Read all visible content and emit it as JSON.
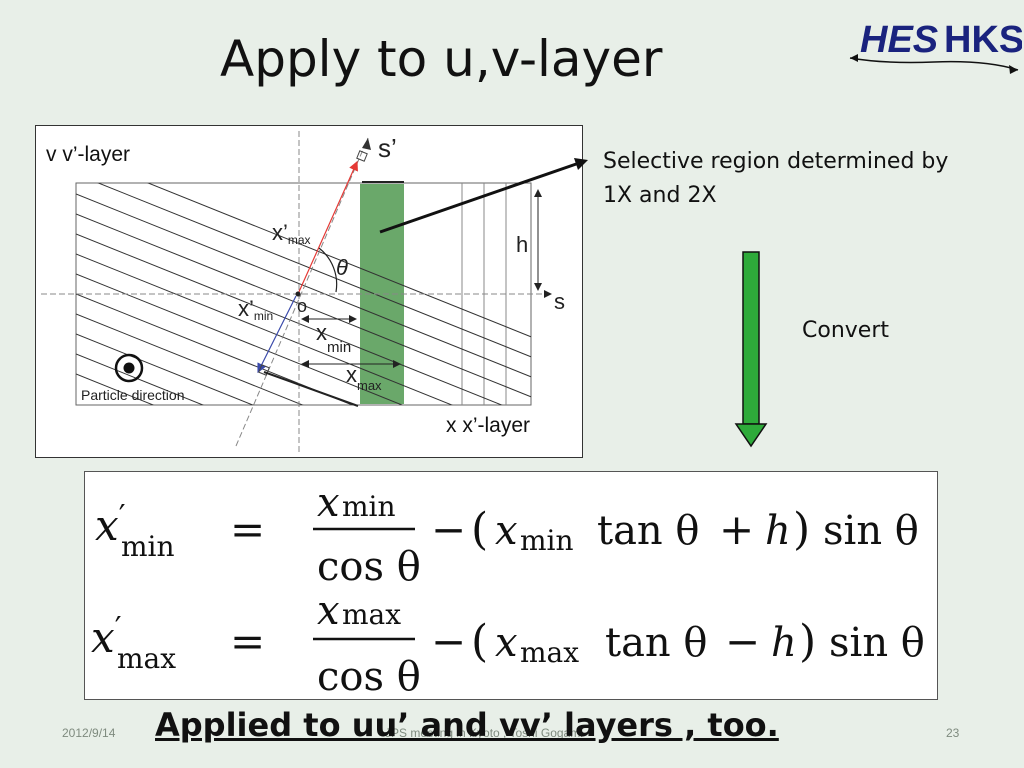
{
  "slide": {
    "title": "Apply to u,v-layer",
    "subtitle": "Applied to uu’ and vv’ layers , too.",
    "logo": {
      "part1": "HES",
      "part2": "HKS",
      "colors": {
        "primary": "#1a237e",
        "accent": "#c62828"
      }
    },
    "note": {
      "line1": "Selective region determined by",
      "line2": "1X and 2X"
    },
    "convert_label": "Convert",
    "footer": {
      "date": "2012/9/14",
      "center": "JPS meeting in Kyoto , Toshi Gogami",
      "page": "23"
    }
  },
  "diagram": {
    "label_vv": "v v’-layer",
    "label_xx": "x x’-layer",
    "label_particle": "Particle direction",
    "label_s_prime": "s’",
    "label_s": "s",
    "label_h": "h",
    "label_o": "o",
    "label_theta": "θ",
    "label_x": "x",
    "label_xp": "x’",
    "sub_min": "min",
    "sub_max": "max",
    "colors": {
      "region": "#6aa86a",
      "red_arrow": "#e53935",
      "blue_arrow": "#3949ab"
    }
  },
  "equations": {
    "rows": [
      {
        "lhs_base": "x",
        "lhs_prime": "′",
        "lhs_sub": "min",
        "eq": "=",
        "num_base": "x",
        "num_sub": "min",
        "den": "cos θ",
        "minus": "−",
        "paren_open": "(",
        "x_base": "x",
        "x_sub": "min",
        "tan": "tan θ",
        "op": "+",
        "h": "h",
        "paren_close": ")",
        "sin": "sin θ"
      },
      {
        "lhs_base": "x",
        "lhs_prime": "′",
        "lhs_sub": "max",
        "eq": "=",
        "num_base": "x",
        "num_sub": "max",
        "den": "cos θ",
        "minus": "−",
        "paren_open": "(",
        "x_base": "x",
        "x_sub": "max",
        "tan": "tan θ",
        "op": "−",
        "h": "h",
        "paren_close": ")",
        "sin": "sin θ"
      }
    ],
    "colors": {
      "arrow_green": "#2eaa3a"
    }
  }
}
